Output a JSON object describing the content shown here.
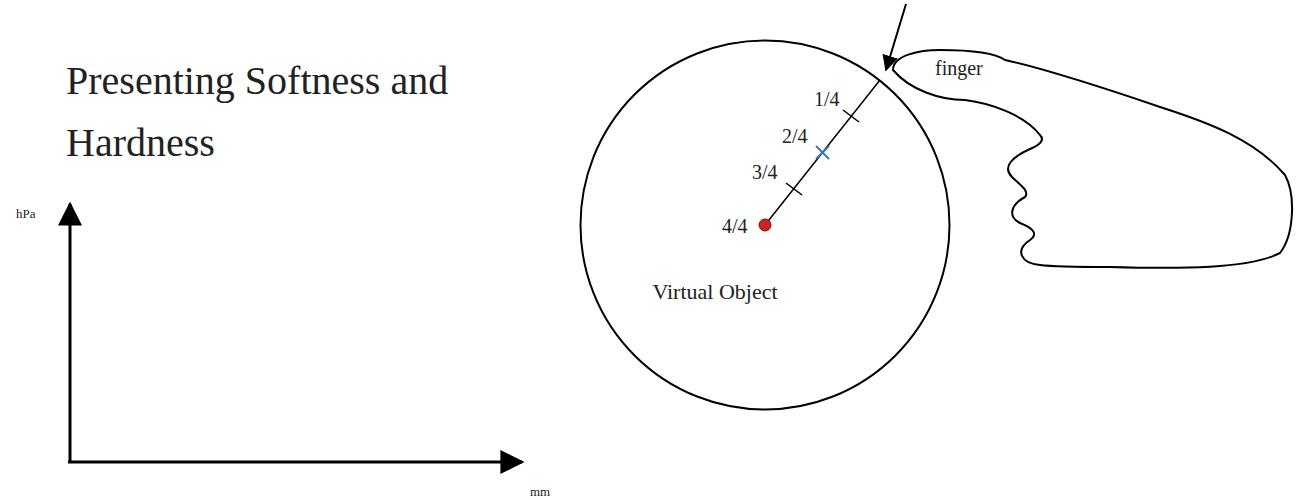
{
  "diagram": {
    "title": "Presenting Softness and Hardness",
    "nodes": [
      {
        "text": [
          "Virtual Object"
        ]
      },
      {
        "text": [
          "finger"
        ]
      }
    ],
    "labels": [
      "hPa",
      "mm",
      "1/4",
      "2/4",
      "3/4",
      "4/4"
    ]
  }
}
